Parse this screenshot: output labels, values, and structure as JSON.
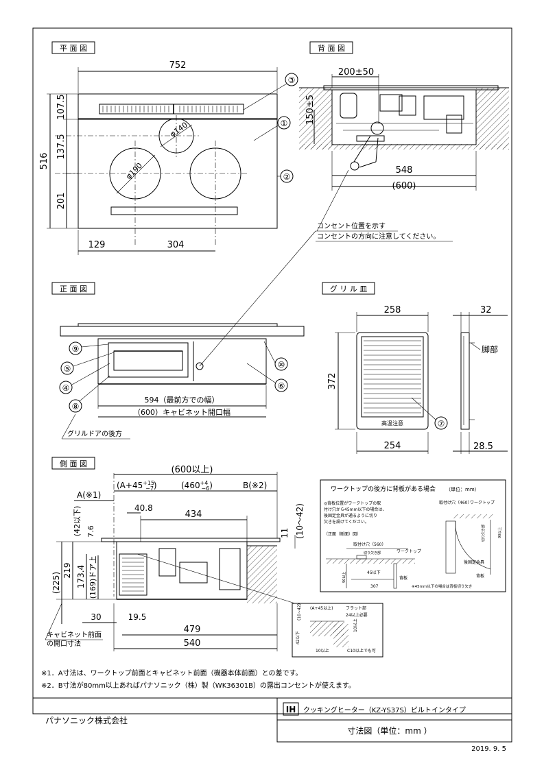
{
  "views": {
    "plan": "平 面 図",
    "rear": "背 面 図",
    "front": "正 面 図",
    "grill": "グ リ ル 皿",
    "side": "側 面 図"
  },
  "plan": {
    "width": "752",
    "depth": "516",
    "back": "107.5",
    "mid": "137.5",
    "front": "201",
    "left": "129",
    "pitch": "304",
    "burner_small": "φ140",
    "burner_large": "φ190"
  },
  "rear": {
    "offset": "200±50",
    "height": "150±5",
    "width": "548",
    "cabinet": "(600)"
  },
  "outlet_note": [
    "コンセント位置を示す",
    "コンセントの方向に注意してください。"
  ],
  "front": {
    "width_note": "594（最前方での幅）",
    "cabinet_note": "（600）キャビネット開口幅",
    "grill_door_note": "グリルドアの後方"
  },
  "grill": {
    "top": "258",
    "height": "372",
    "bottom": "254",
    "side": "32",
    "side_bottom": "28.5",
    "feet": "脚部",
    "plate_label": "高温注意"
  },
  "side": {
    "total": "(600以上)",
    "a": "A(※1)",
    "a_tol": "(A+45",
    "a_sup": "+15",
    "a_sub": "−7",
    "a_close": ")",
    "mid": "(460",
    "mid_sup": "+4",
    "mid_sub": "−6",
    "mid_close": ")",
    "b": "B(※2)",
    "d408": "40.8",
    "d434": "434",
    "d11": "11",
    "d10_42": "(10～42)",
    "d42": "(42以下)",
    "d76": "7.6",
    "d225": "(225)",
    "d219": "219",
    "d1734": "173.4",
    "d169": "(169)ドア上",
    "d30": "30",
    "d195": "19.5",
    "d479": "479",
    "d540": "540",
    "cabinet_front": [
      "キャビネット前面",
      "の開口寸法"
    ]
  },
  "detail": {
    "title": "ワークトップの後方に背板がある場合",
    "unit": "（単位：mm）",
    "notes": [
      "◎背板位置がワークトップの取",
      "付け穴から45mm以下の場合は、",
      "後固定金具が通るように切り",
      "欠きを設けてください。"
    ],
    "section": "（正面（断面）図）",
    "hole": "取付け穴（560）",
    "cutout": "切り欠き部",
    "worktop": "ワークトップ",
    "hole460": "取付け穴（460）",
    "worktop2": "ワークトップ",
    "d90": "90以上",
    "d45": "45以下",
    "d307": "307",
    "back": "背板",
    "cutout2": "切り欠き部",
    "bracket": "後固定金具",
    "back2": "背板",
    "footnote": "※45mm以下の場合は背板切り欠き",
    "d90b": "90以上"
  },
  "inset": {
    "d10_42": "(10~42)",
    "a45": "(A+45以上)",
    "flat": "フラット部",
    "flat2": "24以上必要",
    "d42": "42以下",
    "d10": "10以上",
    "c10": "C10以上でも可",
    "d10b": "10以上"
  },
  "footnotes": [
    "※1．A寸法は、ワークトップ前面とキャビネット前面（機器本体前面）との差です。",
    "※2．B寸法が80mm以上あればパナソニック（株）製（WK36301B）の露出コンセントが使えます。"
  ],
  "title_block": {
    "badge": "IH",
    "product": "クッキングヒーター（KZ-YS37S）ビルトインタイプ",
    "drawing": "寸法図（単位：mm ）",
    "company": "パナソニック株式会社",
    "date": "2019. 9. 5"
  },
  "balloons": [
    "①",
    "②",
    "③",
    "④",
    "⑤",
    "⑥",
    "⑦",
    "⑧",
    "⑨",
    "⑩"
  ]
}
